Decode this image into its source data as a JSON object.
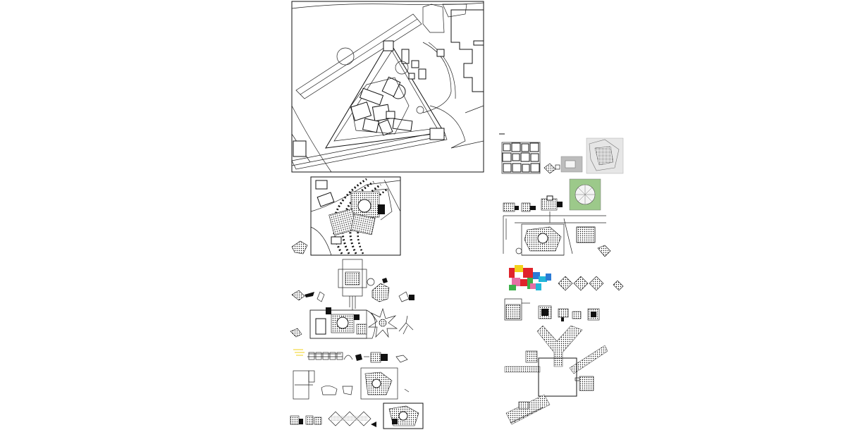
{
  "colors": {
    "background": "#ffffff",
    "line": "#111111",
    "accent_red": "#e0242b",
    "accent_blue": "#2b7bd6",
    "accent_green": "#3cb04a",
    "accent_pink": "#e56fa5",
    "accent_yellow": "#f2d21b",
    "accent_cyan": "#22b7d9",
    "photo_gray": "#bdbdbd",
    "photo_green": "#8fbf7a"
  },
  "panels": [
    {
      "name": "site-plan-main"
    },
    {
      "name": "site-plan-zoom"
    },
    {
      "name": "left-thumbnails-row-1"
    },
    {
      "name": "left-thumbnails-row-2"
    },
    {
      "name": "left-thumbnails-row-3"
    },
    {
      "name": "left-thumbnails-row-4"
    },
    {
      "name": "left-thumbnails-row-5"
    },
    {
      "name": "right-thumbnails-row-1"
    },
    {
      "name": "right-thumbnails-row-2"
    },
    {
      "name": "right-plan-detail"
    },
    {
      "name": "right-colored-diagram"
    },
    {
      "name": "right-thumbnails-row-5"
    },
    {
      "name": "y-plan-large"
    }
  ]
}
